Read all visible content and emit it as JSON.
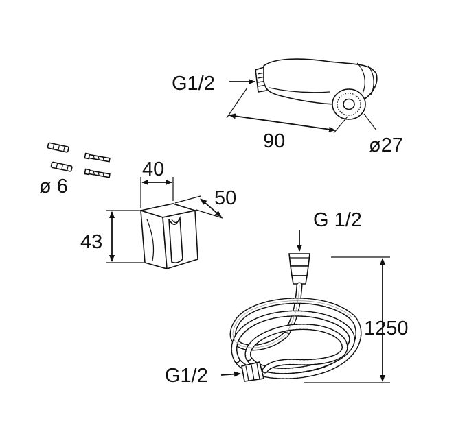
{
  "dimensions": {
    "handset_thread": "G1/2",
    "handset_length": "90",
    "handset_diameter": "ø27",
    "dowel_diameter": "ø 6",
    "holder_width": "40",
    "holder_depth": "50",
    "holder_height": "43",
    "hose_top_thread": "G 1/2",
    "hose_length": "1250",
    "hose_bottom_thread": "G1/2"
  },
  "colors": {
    "line": "#111111",
    "background": "#ffffff"
  }
}
